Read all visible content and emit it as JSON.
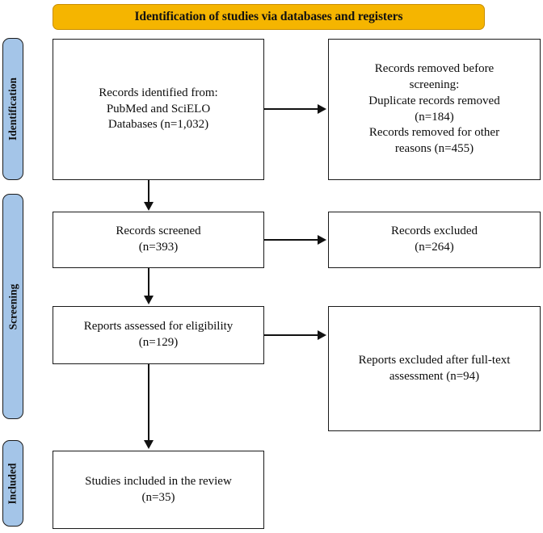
{
  "diagram": {
    "type": "prisma-flow-diagram",
    "banner": {
      "title": "Identification of studies via databases and registers",
      "color": "#F5B500"
    },
    "stages": [
      {
        "id": "identification",
        "label": "Identification",
        "color": "#A4C5E8"
      },
      {
        "id": "screening",
        "label": "Screening",
        "color": "#A4C5E8"
      },
      {
        "id": "included",
        "label": "Included",
        "color": "#A4C5E8"
      }
    ],
    "boxes": {
      "identified": {
        "text": "Records identified from:\nPubMed and SciELO\nDatabases (n=1,032)",
        "count": 1032
      },
      "removed_before_screening": {
        "text": "Records removed before\nscreening:\nDuplicate records removed\n(n=184)\nRecords removed for other\nreasons (n=455)",
        "duplicates": 184,
        "other_reasons": 455
      },
      "screened": {
        "text": "Records screened\n(n=393)",
        "count": 393
      },
      "records_excluded": {
        "text": "Records excluded\n(n=264)",
        "count": 264
      },
      "eligibility": {
        "text": "Reports assessed for eligibility\n(n=129)",
        "count": 129
      },
      "reports_excluded": {
        "text": "Reports excluded after full-text\nassessment (n=94)",
        "count": 94
      },
      "included": {
        "text": "Studies included in the review\n(n=35)",
        "count": 35
      }
    }
  }
}
